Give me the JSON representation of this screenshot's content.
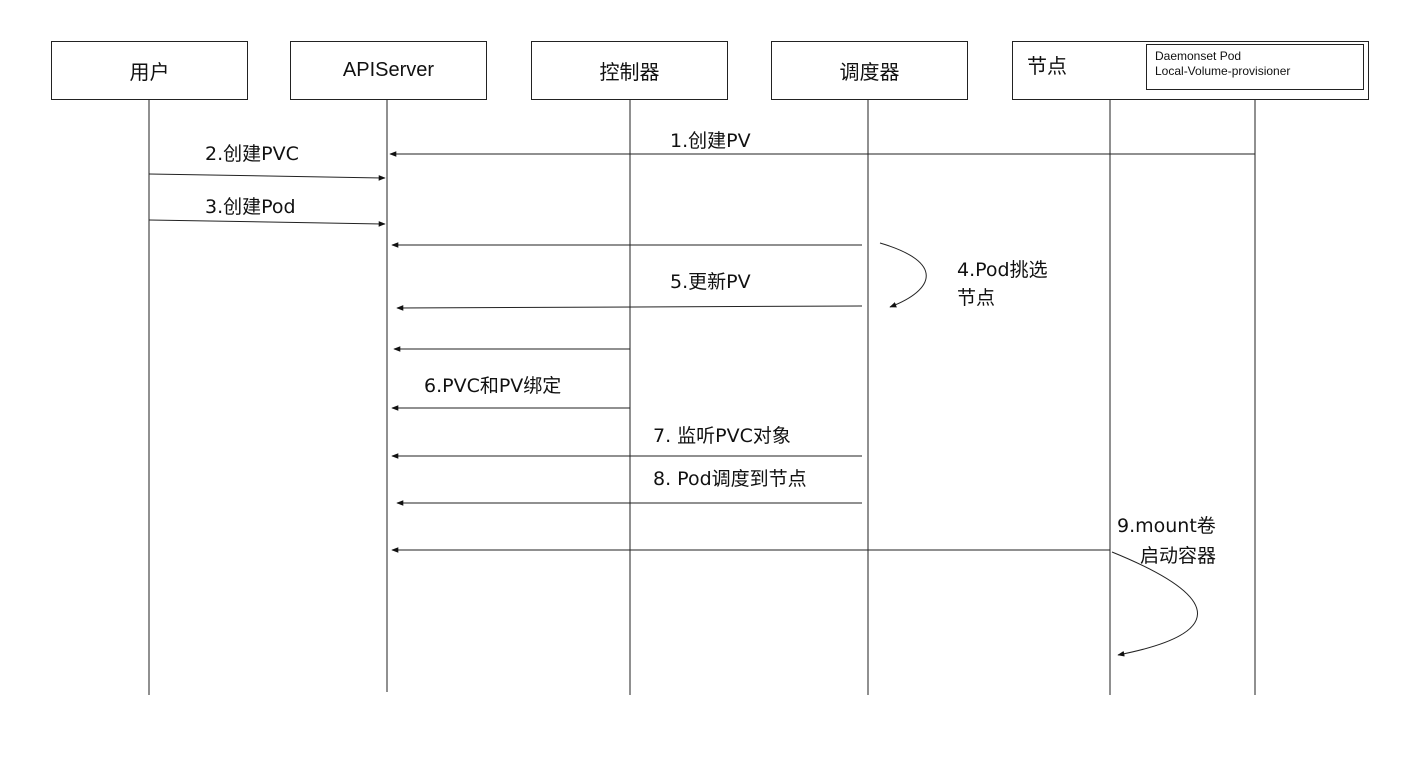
{
  "participants": {
    "user": "用户",
    "apiserver": "APIServer",
    "controller": "控制器",
    "scheduler": "调度器",
    "node": "节点"
  },
  "node_inner": {
    "line1": "Daemonset Pod",
    "line2": "Local-Volume-provisioner"
  },
  "messages": {
    "m1": "1.创建PV",
    "m2": "2.创建PVC",
    "m3": "3.创建Pod",
    "m4a": "4.Pod挑选",
    "m4b": "节点",
    "m5": "5.更新PV",
    "m6": "6.PVC和PV绑定",
    "m7": "7. 监听PVC对象",
    "m8": "8. Pod调度到节点",
    "m9a": "9.mount卷",
    "m9b": "启动容器"
  }
}
